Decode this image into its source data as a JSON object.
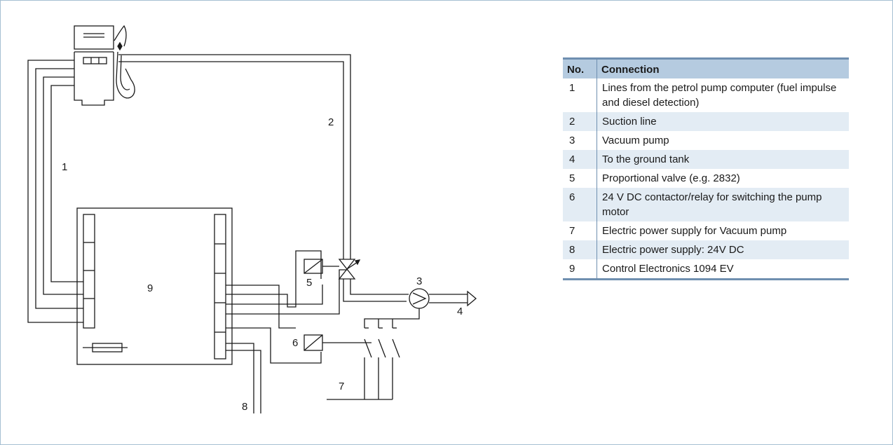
{
  "diagram": {
    "labels": {
      "one": "1",
      "two": "2",
      "three": "3",
      "four": "4",
      "five": "5",
      "six": "6",
      "seven": "7",
      "eight": "8",
      "nine": "9"
    }
  },
  "legend": {
    "headers": {
      "number": "No.",
      "connection": "Connection"
    },
    "rows": [
      {
        "number": "1",
        "connection": "Lines from the petrol pump computer (fuel impulse and diesel detection)"
      },
      {
        "number": "2",
        "connection": "Suction line"
      },
      {
        "number": "3",
        "connection": "Vacuum pump"
      },
      {
        "number": "4",
        "connection": "To the ground tank"
      },
      {
        "number": "5",
        "connection": "Proportional valve (e.g. 2832)"
      },
      {
        "number": "6",
        "connection": "24 V DC contactor/relay for switching the pump motor"
      },
      {
        "number": "7",
        "connection": "Electric power supply for Vacuum pump"
      },
      {
        "number": "8",
        "connection": "Electric power supply: 24V DC"
      },
      {
        "number": "9",
        "connection": "Control Electronics 1094 EV"
      }
    ]
  }
}
